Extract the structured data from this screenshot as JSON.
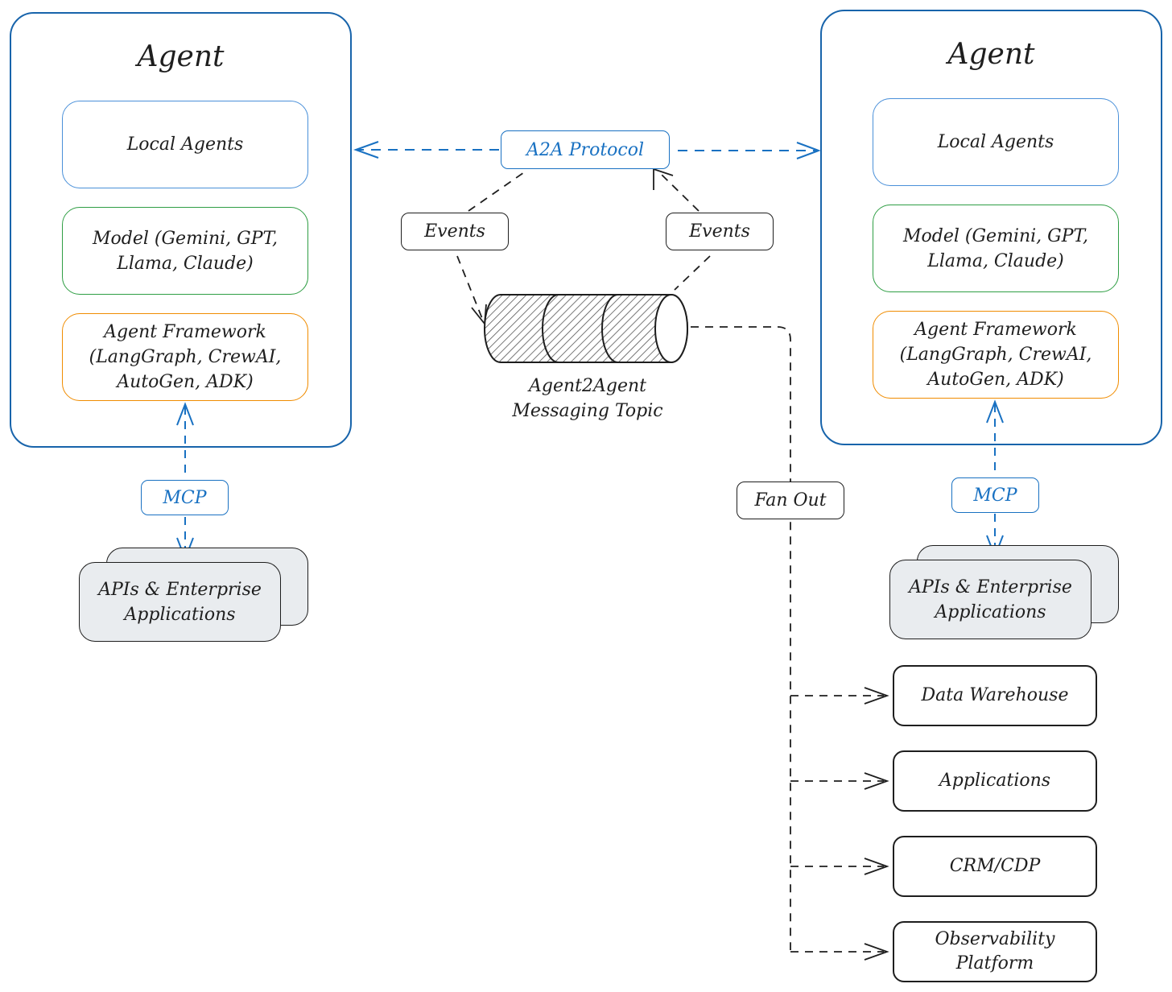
{
  "left_agent": {
    "title": "Agent",
    "local_agents": "Local Agents",
    "model_line1": "Model (Gemini, GPT,",
    "model_line2": "Llama, Claude)",
    "framework_line1": "Agent Framework",
    "framework_line2": "(LangGraph, CrewAI,",
    "framework_line3": "AutoGen, ADK)",
    "mcp": "MCP",
    "apis_line1": "APIs & Enterprise",
    "apis_line2": "Applications"
  },
  "right_agent": {
    "title": "Agent",
    "local_agents": "Local Agents",
    "model_line1": "Model (Gemini, GPT,",
    "model_line2": "Llama, Claude)",
    "framework_line1": "Agent Framework",
    "framework_line2": "(LangGraph, CrewAI,",
    "framework_line3": "AutoGen, ADK)",
    "mcp": "MCP",
    "apis_line1": "APIs & Enterprise",
    "apis_line2": "Applications"
  },
  "center": {
    "protocol": "A2A Protocol",
    "events_left": "Events",
    "events_right": "Events",
    "topic_line1": "Agent2Agent",
    "topic_line2": "Messaging Topic",
    "fan_out": "Fan Out"
  },
  "destinations": [
    {
      "line1": "Data Warehouse",
      "line2": ""
    },
    {
      "line1": "Applications",
      "line2": ""
    },
    {
      "line1": "CRM/CDP",
      "line2": ""
    },
    {
      "line1": "Observability",
      "line2": "Platform"
    }
  ],
  "colors": {
    "agent_border": "#1864ab",
    "local_agents_border": "#4a90d9",
    "model_border": "#2f9e44",
    "framework_border": "#f08c00",
    "protocol": "#1971c2",
    "api_fill": "#e9ecef",
    "ink": "#1e1e1e"
  }
}
